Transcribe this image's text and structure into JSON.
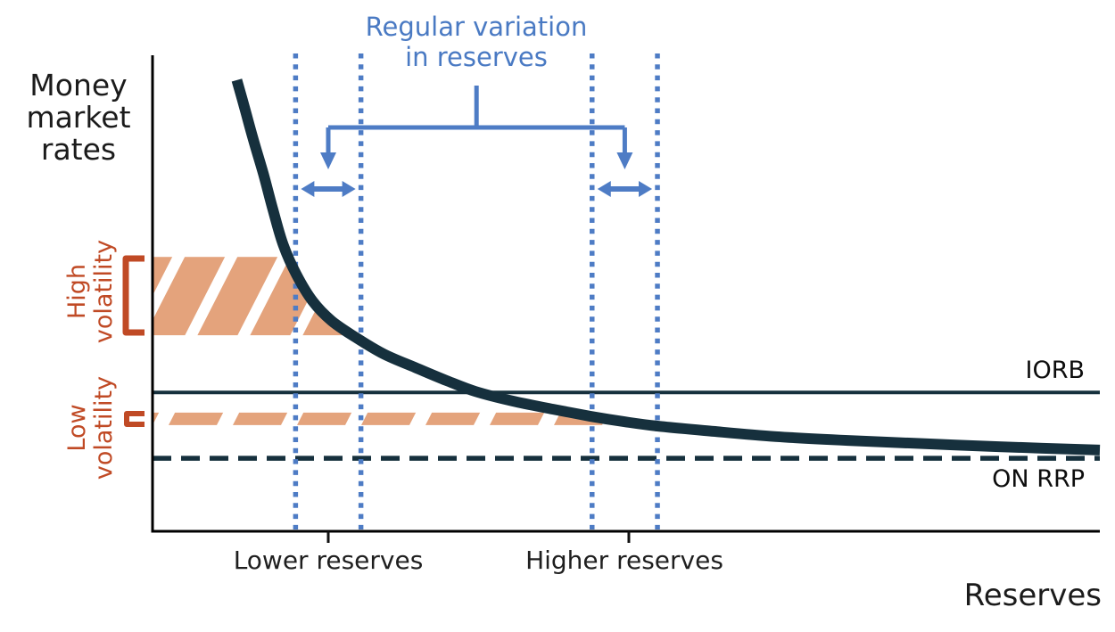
{
  "labels": {
    "y_axis": "Money\nmarket\nrates",
    "x_axis": "Reserves",
    "regular_variation": "Regular variation\nin reserves",
    "high_volatility": "High\nvolatility",
    "low_volatility": "Low\nvolatility",
    "iorb": "IORB",
    "on_rrp": "ON RRP",
    "lower_reserves": "Lower reserves",
    "higher_reserves": "Higher reserves"
  },
  "colors": {
    "curve": "#16303d",
    "dark_line": "#16303d",
    "axis": "#000000",
    "blue": "#4e7cc5",
    "blue_text": "#4a7ac3",
    "orange": "#c04a25",
    "salmon": "#e4a37c",
    "white": "#ffffff"
  },
  "chart_data": {
    "type": "line",
    "title": "",
    "xlabel": "Reserves",
    "ylabel": "Money market rates",
    "axis_ranges": {
      "x": [
        0,
        1
      ],
      "y": [
        0,
        1
      ]
    },
    "grid": false,
    "series": [
      {
        "name": "reserve-demand-curve",
        "style": "thick solid, convex decreasing toward ON RRP floor",
        "points": [
          [
            0.089,
            0.939
          ],
          [
            0.097,
            0.883
          ],
          [
            0.106,
            0.818
          ],
          [
            0.117,
            0.744
          ],
          [
            0.127,
            0.67
          ],
          [
            0.138,
            0.596
          ],
          [
            0.152,
            0.534
          ],
          [
            0.169,
            0.479
          ],
          [
            0.189,
            0.438
          ],
          [
            0.214,
            0.404
          ],
          [
            0.244,
            0.369
          ],
          [
            0.277,
            0.341
          ],
          [
            0.31,
            0.314
          ],
          [
            0.341,
            0.291
          ],
          [
            0.38,
            0.271
          ],
          [
            0.423,
            0.254
          ],
          [
            0.463,
            0.239
          ],
          [
            0.498,
            0.228
          ],
          [
            0.533,
            0.219
          ],
          [
            0.592,
            0.208
          ],
          [
            0.658,
            0.197
          ],
          [
            0.734,
            0.189
          ],
          [
            0.818,
            0.182
          ],
          [
            0.893,
            0.176
          ],
          [
            1.0,
            0.169
          ]
        ]
      }
    ],
    "reference_lines": [
      {
        "label": "IORB",
        "orientation": "horizontal",
        "level": 0.289,
        "style": "solid"
      },
      {
        "label": "ON RRP",
        "orientation": "horizontal",
        "level": 0.152,
        "style": "dashed"
      }
    ],
    "bands": [
      {
        "label": "High volatility",
        "y_from": 0.408,
        "y_to": 0.571,
        "x_from": 0.0,
        "x_to_curve": true,
        "style": "hatched"
      },
      {
        "label": "Low volatility",
        "y_from": 0.221,
        "y_to": 0.247,
        "x_from": 0.0,
        "x_to": 0.487,
        "style": "dashed"
      }
    ],
    "dotted_lines_x": [
      0.151,
      0.22,
      0.464,
      0.533
    ],
    "x_tick_positions": [
      0.1855,
      0.5028
    ],
    "x_tick_labels": [
      "Lower reserves",
      "Higher reserves"
    ],
    "annotation": {
      "text": "Regular variation in reserves",
      "spans": [
        [
          0.151,
          0.22
        ],
        [
          0.464,
          0.533
        ]
      ],
      "legend_position": "top-center"
    }
  }
}
